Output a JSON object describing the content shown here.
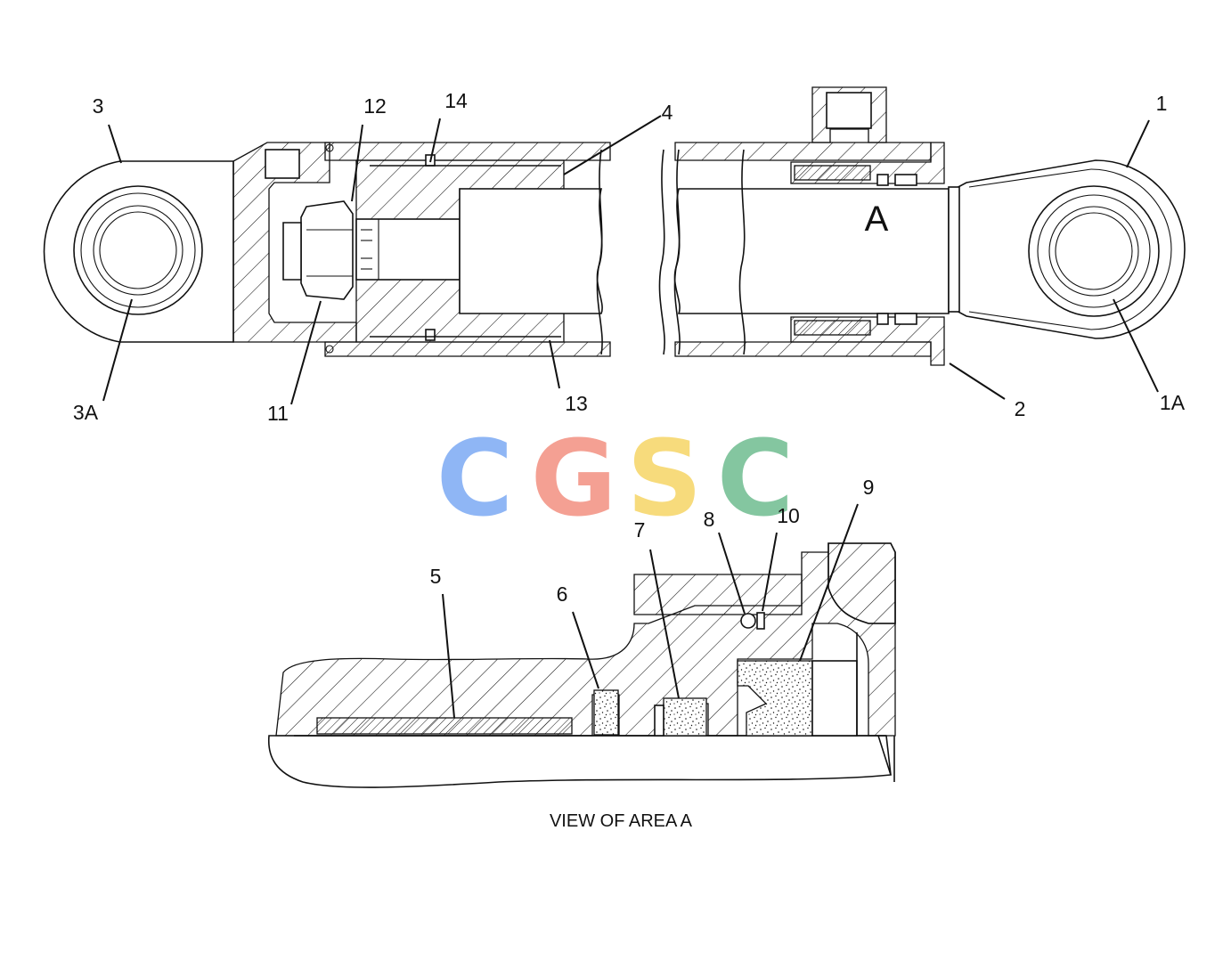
{
  "callouts": {
    "c1": "1",
    "c1A": "1A",
    "c2": "2",
    "c3": "3",
    "c3A": "3A",
    "c4": "4",
    "c5": "5",
    "c6": "6",
    "c7": "7",
    "c8": "8",
    "c9": "9",
    "c10": "10",
    "c11": "11",
    "c12": "12",
    "c13": "13",
    "c14": "14"
  },
  "area_marker": "A",
  "caption": "VIEW OF AREA A",
  "watermark": {
    "letters": [
      "C",
      "G",
      "S",
      "C"
    ],
    "colors": [
      "#8fb6f5",
      "#f4a093",
      "#f7db7c",
      "#84c6a0"
    ]
  }
}
